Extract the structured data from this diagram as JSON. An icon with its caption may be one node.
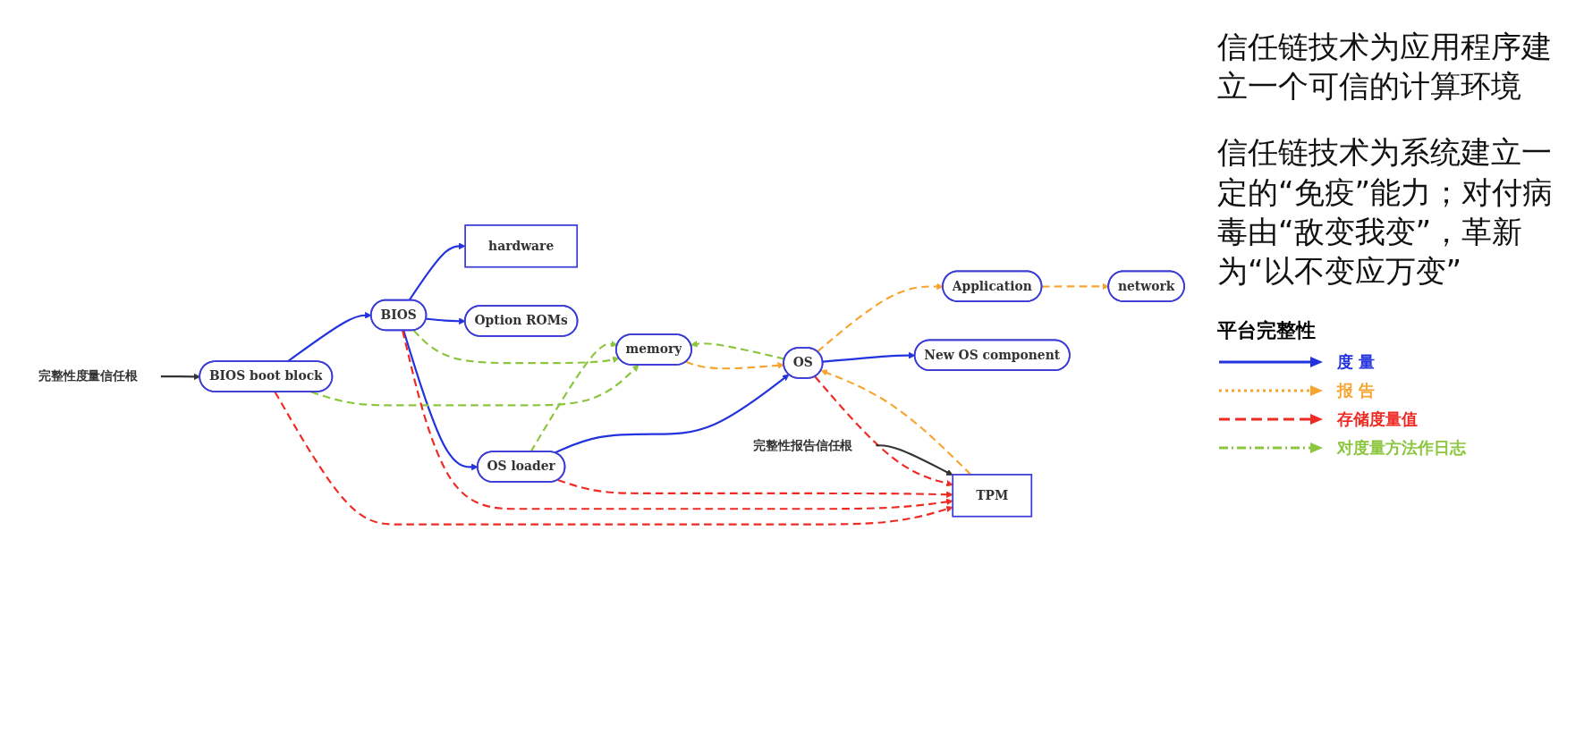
{
  "diagram": {
    "nodes": [
      {
        "text": [
          "hardware"
        ]
      },
      {
        "text": [
          "Option ROMs"
        ]
      },
      {
        "text": [
          "memory"
        ]
      },
      {
        "text": [
          "BIOS boot block"
        ]
      },
      {
        "text": [
          "BIOS"
        ]
      },
      {
        "text": [
          "OS loader"
        ]
      },
      {
        "text": [
          "OS"
        ]
      },
      {
        "text": [
          "Application"
        ]
      },
      {
        "text": [
          "network"
        ]
      },
      {
        "text": [
          "New OS component"
        ]
      },
      {
        "text": [
          "TPM"
        ]
      },
      {
        "text": [
          "完整性度量信任根"
        ]
      },
      {
        "text": [
          "完整性报告信任根"
        ]
      }
    ],
    "edges": [
      {
        "from": 3,
        "to": 4,
        "arrow": "to"
      },
      {
        "from": 4,
        "to": 0,
        "arrow": "to"
      },
      {
        "from": 4,
        "to": 1,
        "arrow": "to"
      },
      {
        "from": 4,
        "to": 5,
        "arrow": "to"
      },
      {
        "from": 5,
        "to": 6,
        "arrow": "to"
      },
      {
        "from": 6,
        "to": 9,
        "arrow": "to"
      },
      {
        "from": 3,
        "to": 2,
        "arrow": "to",
        "style": "dashed",
        "color": "#8cc63f"
      },
      {
        "from": 4,
        "to": 2,
        "arrow": "to",
        "style": "dashed",
        "color": "#8cc63f"
      },
      {
        "from": 5,
        "to": 2,
        "arrow": "to",
        "style": "dashed",
        "color": "#8cc63f"
      },
      {
        "from": 6,
        "to": 2,
        "arrow": "to",
        "style": "dashed",
        "color": "#8cc63f"
      },
      {
        "from": 2,
        "to": 6,
        "arrow": "to",
        "style": "dashed",
        "color": "#f7a530"
      },
      {
        "from": 6,
        "to": 7,
        "arrow": "to",
        "style": "dashed",
        "color": "#f7a530"
      },
      {
        "from": 7,
        "to": 8,
        "arrow": "to",
        "style": "dashed",
        "color": "#f7a530"
      },
      {
        "from": 10,
        "to": 6,
        "arrow": "to",
        "style": "dashed",
        "color": "#f7a530"
      },
      {
        "from": 3,
        "to": 10,
        "arrow": "to",
        "style": "dashed",
        "color": "#ee2a24"
      },
      {
        "from": 4,
        "to": 10,
        "arrow": "to",
        "style": "dashed",
        "color": "#ee2a24"
      },
      {
        "from": 5,
        "to": 10,
        "arrow": "to",
        "style": "dashed",
        "color": "#ee2a24"
      },
      {
        "from": 6,
        "to": 10,
        "arrow": "to",
        "style": "dashed",
        "color": "#ee2a24"
      },
      {
        "from": 11,
        "to": 3,
        "arrow": "to",
        "color": "#333333"
      },
      {
        "from": 12,
        "to": 10,
        "arrow": "to",
        "color": "#333333"
      }
    ],
    "labels": [
      "信任链技术为应用程序建立一个可信的计算环境",
      "信任链技术为系统建立一定的“免疫”能力；对付病毒由“敌变我变”，革新为“以不变应万变”",
      "平台完整性"
    ],
    "legend": [
      {
        "text": "度 量"
      },
      {
        "text": "报 告"
      },
      {
        "text": "存储度量值"
      },
      {
        "text": "对度量方法作日志"
      }
    ]
  }
}
